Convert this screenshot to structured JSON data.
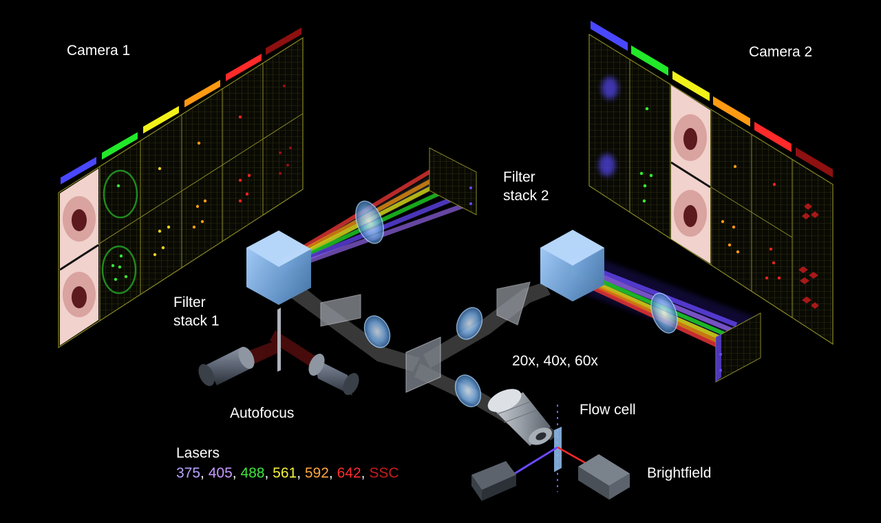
{
  "labels": {
    "camera1": "Camera 1",
    "camera2": "Camera 2",
    "filter_stack_1": [
      "Filter",
      "stack 1"
    ],
    "filter_stack_2": [
      "Filter",
      "stack 2"
    ],
    "magnification": "20x, 40x, 60x",
    "autofocus": "Autofocus",
    "flow_cell": "Flow cell",
    "brightfield": "Brightfield",
    "lasers_title": "Lasers"
  },
  "lasers": [
    {
      "text": "375",
      "color": "#b9a3ff"
    },
    {
      "text": "405",
      "color": "#c79aff"
    },
    {
      "text": "488",
      "color": "#3ee83a"
    },
    {
      "text": "561",
      "color": "#f6f23a"
    },
    {
      "text": "592",
      "color": "#ffa640"
    },
    {
      "text": "642",
      "color": "#ff2d2d"
    },
    {
      "text": "SSC",
      "color": "#c81c1c"
    }
  ],
  "channel_colors": [
    "#4a48ff",
    "#22e82a",
    "#f2f21a",
    "#ff9a12",
    "#ff2a2a",
    "#8e1010"
  ],
  "icons": [
    "camera-sensor",
    "cube-beam-splitter",
    "lens",
    "mirror",
    "objective",
    "laser-module",
    "flow-cell"
  ]
}
